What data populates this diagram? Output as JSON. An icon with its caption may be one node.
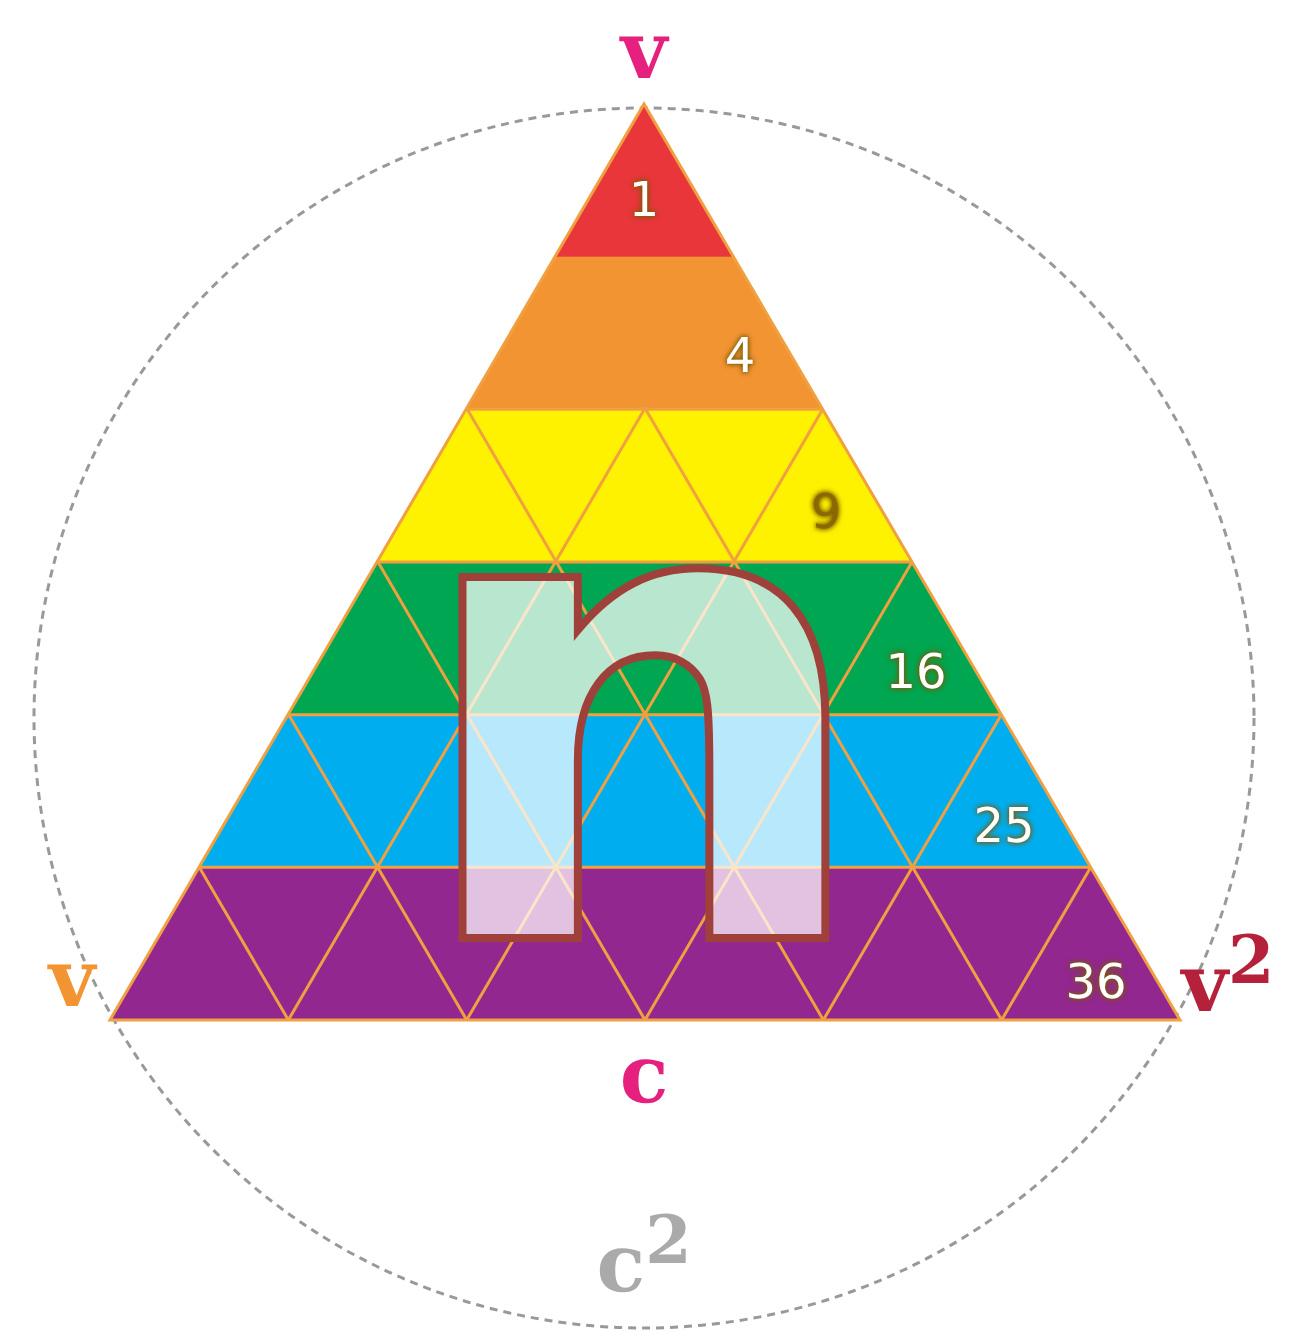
{
  "diagram": {
    "labels": [
      "v",
      "1",
      "4",
      "9",
      "16",
      "25",
      "36",
      "n",
      "v",
      "v$^{2}$",
      "c",
      "c$^{2}$"
    ]
  }
}
